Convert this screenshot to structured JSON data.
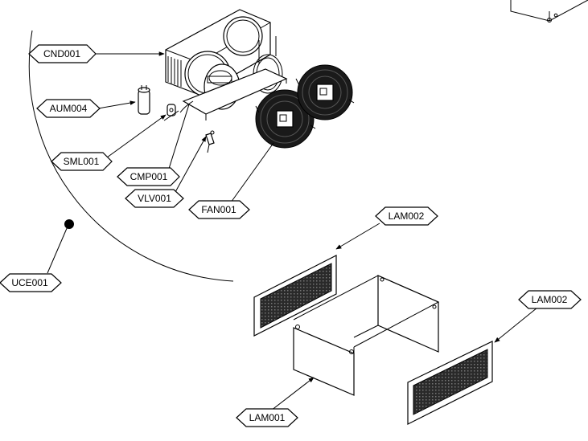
{
  "labels": {
    "cnd001": "CND001",
    "aum004": "AUM004",
    "sml001": "SML001",
    "cmp001": "CMP001",
    "vlv001": "VLV001",
    "fan001": "FAN001",
    "uce001": "UCE001",
    "lam002_top": "LAM002",
    "lam002_right": "LAM002",
    "lam001": "LAM001"
  }
}
